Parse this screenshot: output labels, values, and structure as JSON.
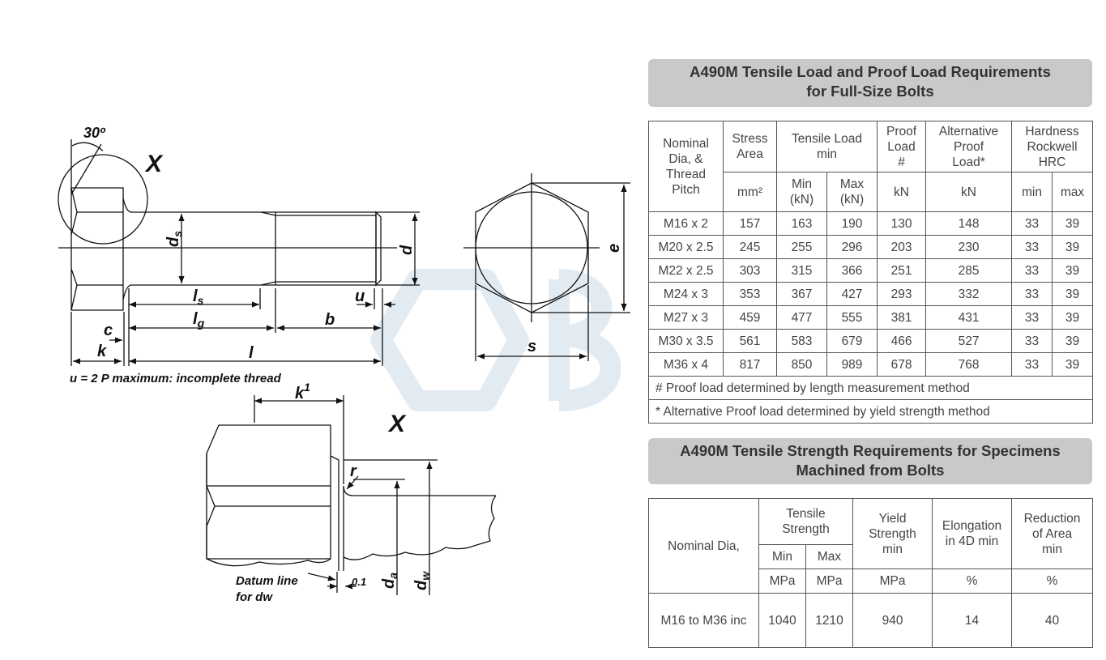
{
  "drawing": {
    "angle_label": "30º",
    "view_marker": "X",
    "detail_marker": "X",
    "labels": {
      "ds": "d",
      "ds_sub": "s",
      "d": "d",
      "e": "e",
      "ls": "l",
      "ls_sub": "s",
      "lg": "l",
      "lg_sub": "g",
      "u": "u",
      "c": "c",
      "b": "b",
      "k": "k",
      "l": "l",
      "s": "s",
      "k1": "k",
      "k1_sup": "1",
      "r": "r",
      "tol": "0.1",
      "da": "d",
      "da_sub": "a",
      "dw": "d",
      "dw_sub": "w"
    },
    "note": "u = 2 P maximum: incomplete thread",
    "datum_line_1": "Datum line",
    "datum_line_2": "for dw",
    "colors": {
      "lines": "#111111",
      "watermark": "#e3ebf2"
    }
  },
  "table1": {
    "title_line1": "A490M Tensile Load and Proof Load Requirements",
    "title_line2": "for Full-Size Bolts",
    "header": {
      "nominal": [
        "Nominal",
        "Dia, &",
        "Thread",
        "Pitch"
      ],
      "stress": [
        "Stress",
        "Area"
      ],
      "stress_unit": "mm²",
      "tensile": [
        "Tensile Load",
        "min"
      ],
      "tensile_min": [
        "Min",
        "(kN)"
      ],
      "tensile_max": [
        "Max",
        "(kN)"
      ],
      "proof": [
        "Proof",
        "Load",
        "#"
      ],
      "proof_unit": "kN",
      "alt": [
        "Alternative",
        "Proof",
        "Load*"
      ],
      "alt_unit": "kN",
      "hardness": [
        "Hardness",
        "Rockwell",
        "HRC"
      ],
      "hard_min": "min",
      "hard_max": "max"
    },
    "rows": [
      [
        "M16 x 2",
        "157",
        "163",
        "190",
        "130",
        "148",
        "33",
        "39"
      ],
      [
        "M20 x 2.5",
        "245",
        "255",
        "296",
        "203",
        "230",
        "33",
        "39"
      ],
      [
        "M22 x 2.5",
        "303",
        "315",
        "366",
        "251",
        "285",
        "33",
        "39"
      ],
      [
        "M24 x 3",
        "353",
        "367",
        "427",
        "293",
        "332",
        "33",
        "39"
      ],
      [
        "M27 x 3",
        "459",
        "477",
        "555",
        "381",
        "431",
        "33",
        "39"
      ],
      [
        "M30 x 3.5",
        "561",
        "583",
        "679",
        "466",
        "527",
        "33",
        "39"
      ],
      [
        "M36 x 4",
        "817",
        "850",
        "989",
        "678",
        "768",
        "33",
        "39"
      ]
    ],
    "note1": "# Proof load determined by length measurement method",
    "note2": "* Alternative Proof load determined by yield strength method"
  },
  "table2": {
    "title_line1": "A490M Tensile Strength Requirements for Specimens",
    "title_line2": "Machined from Bolts",
    "header": {
      "nominal": "Nominal Dia,",
      "tensile": [
        "Tensile",
        "Strength"
      ],
      "min": "Min",
      "max": "Max",
      "yield": [
        "Yield",
        "Strength",
        "min"
      ],
      "elong": [
        "Elongation",
        "in 4D min"
      ],
      "reduction": [
        "Reduction",
        "of Area",
        "min"
      ]
    },
    "units": [
      "MPa",
      "MPa",
      "MPa",
      "%",
      "%"
    ],
    "row": [
      "M16 to M36 inc",
      "1040",
      "1210",
      "940",
      "14",
      "40"
    ]
  }
}
